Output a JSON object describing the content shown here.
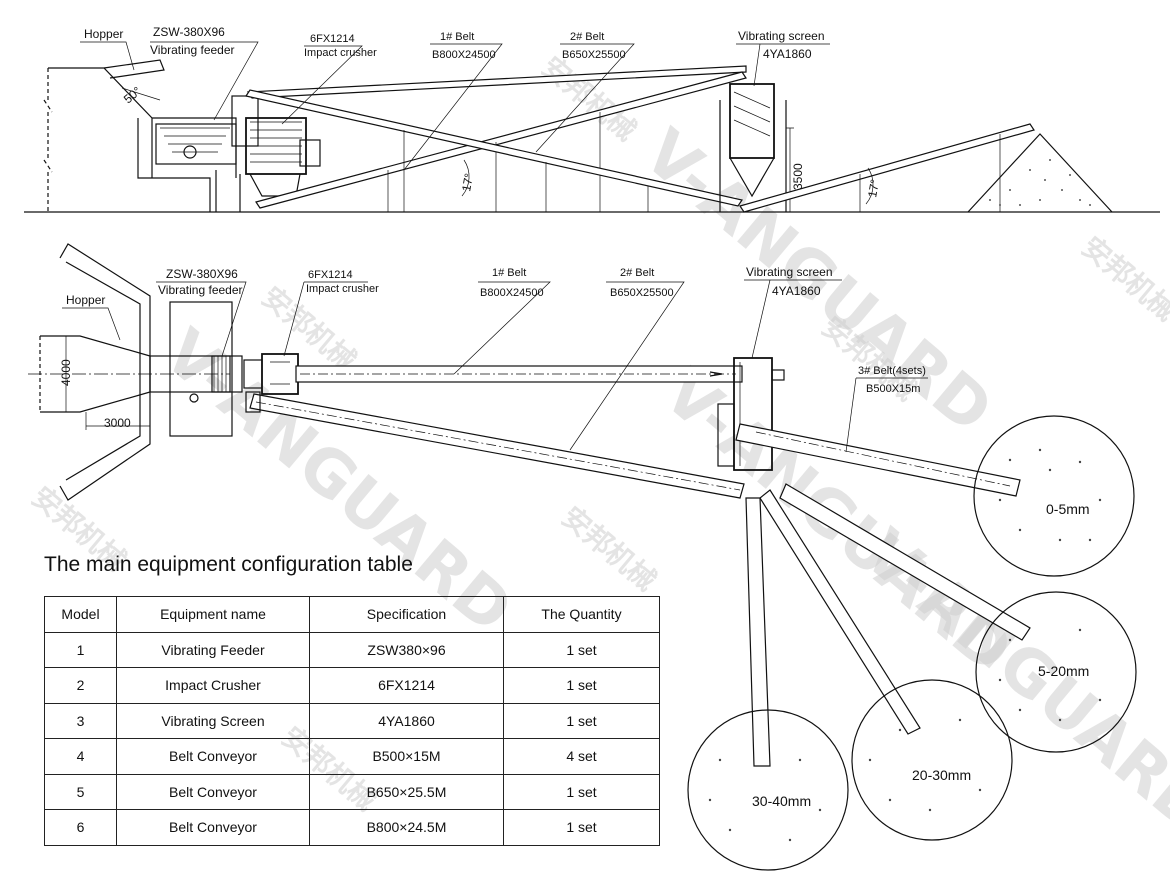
{
  "side_view": {
    "labels": {
      "hopper": "Hopper",
      "feeder_model": "ZSW-380X96",
      "feeder_name": "Vibrating feeder",
      "crusher_model": "6FX1214",
      "crusher_name": "Impact crusher",
      "belt1_name": "1# Belt",
      "belt1_spec": "B800X24500",
      "belt2_name": "2# Belt",
      "belt2_spec": "B650X25500",
      "screen_name": "Vibrating screen",
      "screen_model": "4YA1860"
    },
    "hopper_angle": "50°",
    "belt_angle_1": "17°",
    "belt_angle_2": "17°",
    "screen_height": "3500"
  },
  "plan_view": {
    "labels": {
      "hopper": "Hopper",
      "feeder_model": "ZSW-380X96",
      "feeder_name": "Vibrating feeder",
      "crusher_model": "6FX1214",
      "crusher_name": "Impact crusher",
      "belt1_name": "1# Belt",
      "belt1_spec": "B800X24500",
      "belt2_name": "2# Belt",
      "belt2_spec": "B650X25500",
      "screen_name": "Vibrating screen",
      "screen_model": "4YA1860",
      "belt3_name": "3# Belt(4sets)",
      "belt3_spec": "B500X15m"
    },
    "dim_width": "4000",
    "dim_length": "3000",
    "piles": [
      "0-5mm",
      "5-20mm",
      "20-30mm",
      "30-40mm"
    ]
  },
  "watermark": {
    "brand": "V-ANGUARD",
    "brand_cn": "安邦机械"
  },
  "table": {
    "title": "The main equipment configuration table",
    "headers": [
      "Model",
      "Equipment name",
      "Specification",
      "The Quantity"
    ],
    "rows": [
      [
        "1",
        "Vibrating Feeder",
        "ZSW380×96",
        "1 set"
      ],
      [
        "2",
        "Impact Crusher",
        "6FX1214",
        "1 set"
      ],
      [
        "3",
        "Vibrating Screen",
        "4YA1860",
        "1 set"
      ],
      [
        "4",
        "Belt Conveyor",
        "B500×15M",
        "4 set"
      ],
      [
        "5",
        "Belt Conveyor",
        "B650×25.5M",
        "1 set"
      ],
      [
        "6",
        "Belt Conveyor",
        "B800×24.5M",
        "1 set"
      ]
    ]
  }
}
